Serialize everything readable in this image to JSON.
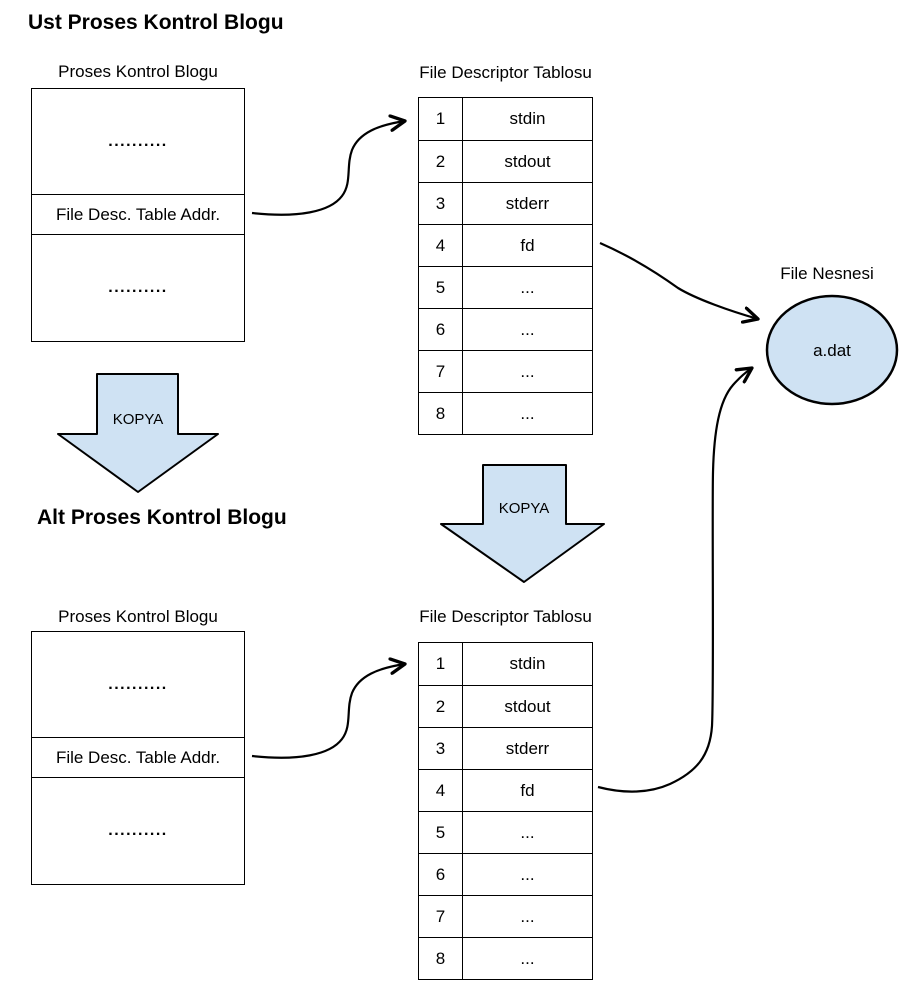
{
  "titles": {
    "top": "Ust Proses Kontrol Blogu",
    "bottom": "Alt Proses Kontrol Blogu"
  },
  "pcb": {
    "label": "Proses Kontrol Blogu",
    "rows": [
      "..........",
      "File Desc. Table Addr.",
      ".........."
    ]
  },
  "fd_table": {
    "label": "File Descriptor Tablosu",
    "rows": [
      {
        "num": "1",
        "val": "stdin"
      },
      {
        "num": "2",
        "val": "stdout"
      },
      {
        "num": "3",
        "val": "stderr"
      },
      {
        "num": "4",
        "val": "fd"
      },
      {
        "num": "5",
        "val": "..."
      },
      {
        "num": "6",
        "val": "..."
      },
      {
        "num": "7",
        "val": "..."
      },
      {
        "num": "8",
        "val": "..."
      }
    ]
  },
  "copy_arrow": {
    "label": "KOPYA"
  },
  "file_object": {
    "label": "File Nesnesi",
    "name": "a.dat"
  },
  "colors": {
    "shape_fill": "#cfe2f3",
    "shape_stroke": "#000000",
    "line": "#000000",
    "background": "#ffffff"
  }
}
